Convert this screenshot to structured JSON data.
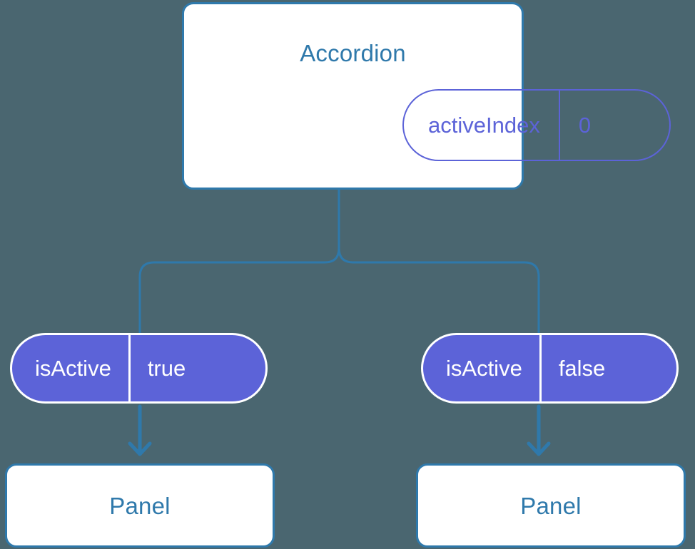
{
  "theme": {
    "background": "#4a6670",
    "card_background": "#ffffff",
    "accent_blue": "#2f79ab",
    "accent_purple": "#5c63d8",
    "pill_text_light": "#ffffff"
  },
  "diagram": {
    "type": "component-tree",
    "root": {
      "name": "accordion-node",
      "title": "Accordion",
      "state_pill": {
        "key": "activeIndex",
        "value": "0",
        "style": "outline"
      }
    },
    "branches": [
      {
        "name": "left-branch",
        "prop_pill": {
          "key": "isActive",
          "value": "true",
          "style": "filled"
        },
        "child": {
          "title": "Panel"
        }
      },
      {
        "name": "right-branch",
        "prop_pill": {
          "key": "isActive",
          "value": "false",
          "style": "filled"
        },
        "child": {
          "title": "Panel"
        }
      }
    ],
    "connectors": {
      "tree_edge_icon": "tree-branch-connector",
      "arrow_icon": "arrow-down-icon"
    }
  }
}
